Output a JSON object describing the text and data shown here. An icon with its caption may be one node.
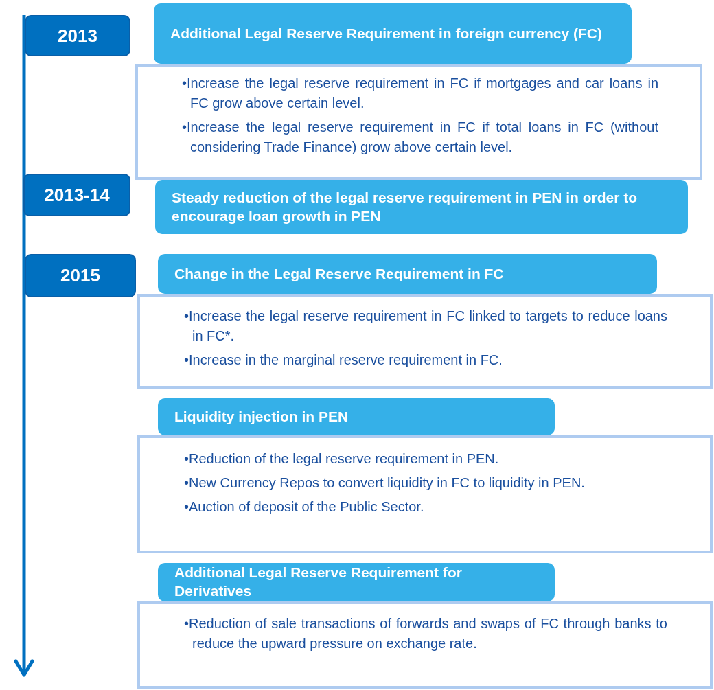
{
  "diagram": {
    "nodes": [
      {
        "text": [
          "2013"
        ]
      },
      {
        "text": [
          "Additional Legal Reserve Requirement in foreign currency (FC)"
        ]
      },
      {
        "text": [
          "•Increase the legal reserve requirement in FC if mortgages and car loans in FC grow above certain level.",
          "•Increase the legal reserve requirement in FC if total loans in FC (without considering Trade Finance) grow above certain level."
        ]
      },
      {
        "text": [
          "2013-14"
        ]
      },
      {
        "text": [
          "Steady reduction of the legal reserve requirement in PEN in order to encourage loan growth in PEN"
        ]
      },
      {
        "text": [
          "2015"
        ]
      },
      {
        "text": [
          "Change in the Legal Reserve Requirement in FC"
        ]
      },
      {
        "text": [
          "•Increase the legal reserve requirement in FC linked to targets to reduce loans in FC*.",
          "•Increase in the marginal reserve requirement in FC."
        ]
      },
      {
        "text": [
          "Liquidity injection in PEN"
        ]
      },
      {
        "text": [
          "•Reduction of the legal reserve requirement in PEN.",
          "•New Currency Repos to convert liquidity in FC to liquidity in PEN.",
          "•Auction of deposit of the Public Sector."
        ]
      },
      {
        "text": [
          "Additional Legal Reserve Requirement for Derivatives"
        ]
      },
      {
        "text": [
          "•Reduction of sale transactions of forwards and swaps of FC through banks to reduce the upward pressure on exchange rate."
        ]
      }
    ],
    "edges": []
  }
}
